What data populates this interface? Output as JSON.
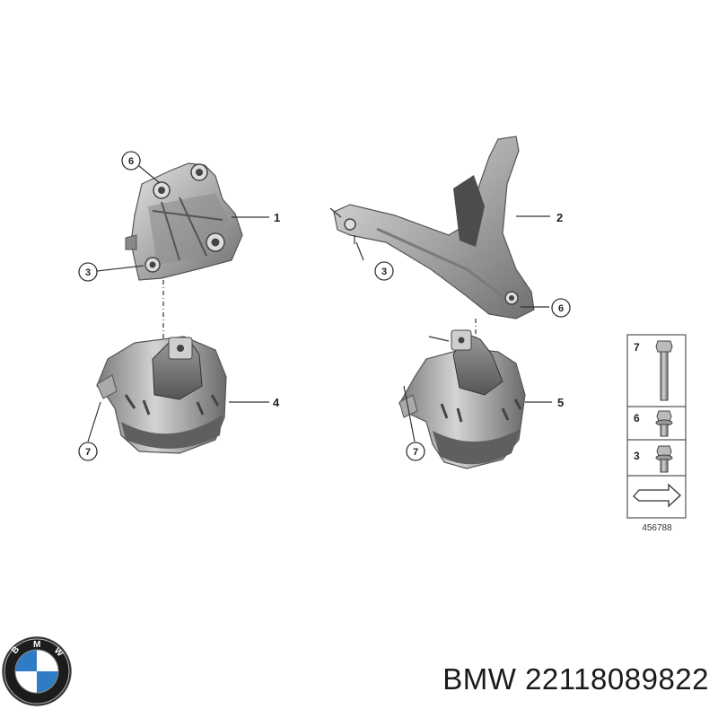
{
  "callouts": {
    "part1": "1",
    "part2": "2",
    "part3_left": "3",
    "part3_right": "3",
    "part4": "4",
    "part5": "5",
    "part6_left": "6",
    "part6_right": "6",
    "part7_left": "7",
    "part7_right": "7"
  },
  "fastener_kit": {
    "rows": [
      {
        "number": "7",
        "icon": "long-bolt-icon"
      },
      {
        "number": "6",
        "icon": "flange-bolt-icon"
      },
      {
        "number": "3",
        "icon": "short-bolt-icon"
      }
    ],
    "footer_icon": "direction-arrow-icon"
  },
  "drawing_id": "456788",
  "brand": {
    "logo_letters": "BMW",
    "colors": {
      "blue": "#2f7bc4",
      "ring": "#1c1c1c",
      "white": "#ffffff"
    }
  },
  "part_number_text": "BMW 22118089822"
}
